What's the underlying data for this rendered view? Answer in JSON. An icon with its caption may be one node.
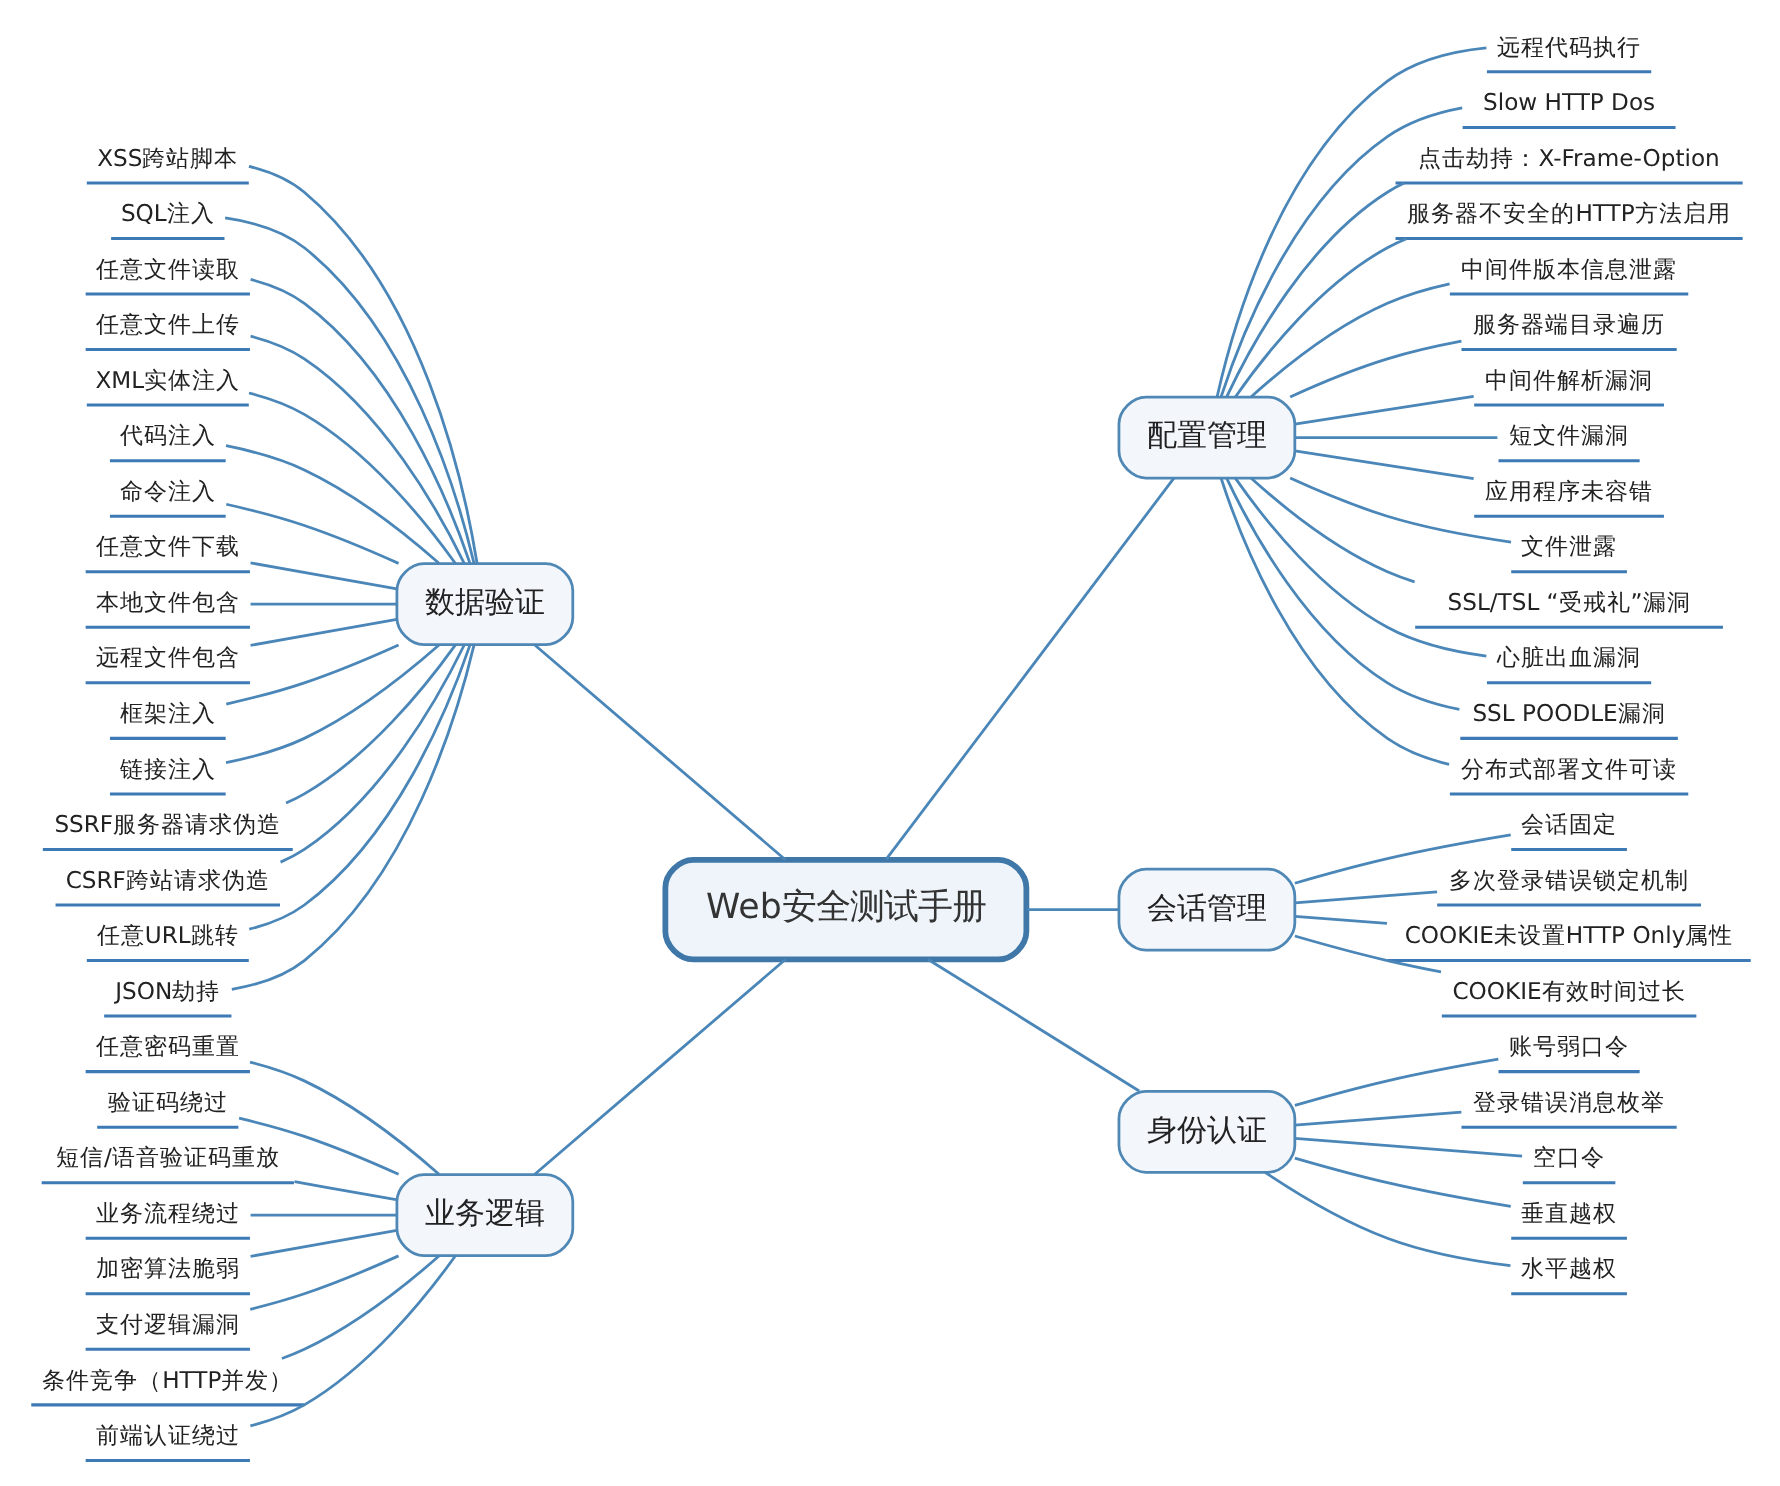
{
  "diagram": {
    "nodes": [
      {
        "text": [
          "Web安全测试手册"
        ]
      },
      {
        "text": [
          "数据验证"
        ]
      },
      {
        "text": [
          "XSS跨站脚本"
        ]
      },
      {
        "text": [
          "SQL注入"
        ]
      },
      {
        "text": [
          "任意文件读取"
        ]
      },
      {
        "text": [
          "任意文件上传"
        ]
      },
      {
        "text": [
          "XML实体注入"
        ]
      },
      {
        "text": [
          "代码注入"
        ]
      },
      {
        "text": [
          "命令注入"
        ]
      },
      {
        "text": [
          "任意文件下载"
        ]
      },
      {
        "text": [
          "本地文件包含"
        ]
      },
      {
        "text": [
          "远程文件包含"
        ]
      },
      {
        "text": [
          "框架注入"
        ]
      },
      {
        "text": [
          "链接注入"
        ]
      },
      {
        "text": [
          "SSRF服务器请求伪造"
        ]
      },
      {
        "text": [
          "CSRF跨站请求伪造"
        ]
      },
      {
        "text": [
          "任意URL跳转"
        ]
      },
      {
        "text": [
          "JSON劫持"
        ]
      },
      {
        "text": [
          "业务逻辑"
        ]
      },
      {
        "text": [
          "任意密码重置"
        ]
      },
      {
        "text": [
          "验证码绕过"
        ]
      },
      {
        "text": [
          "短信/语音验证码重放"
        ]
      },
      {
        "text": [
          "业务流程绕过"
        ]
      },
      {
        "text": [
          "加密算法脆弱"
        ]
      },
      {
        "text": [
          "支付逻辑漏洞"
        ]
      },
      {
        "text": [
          "条件竞争（HTTP并发）"
        ]
      },
      {
        "text": [
          "前端认证绕过"
        ]
      },
      {
        "text": [
          "配置管理"
        ]
      },
      {
        "text": [
          "远程代码执行"
        ]
      },
      {
        "text": [
          "Slow HTTP Dos"
        ]
      },
      {
        "text": [
          "点击劫持：X-Frame-Option"
        ]
      },
      {
        "text": [
          "服务器不安全的HTTP方法启用"
        ]
      },
      {
        "text": [
          "中间件版本信息泄露"
        ]
      },
      {
        "text": [
          "服务器端目录遍历"
        ]
      },
      {
        "text": [
          "中间件解析漏洞"
        ]
      },
      {
        "text": [
          "短文件漏洞"
        ]
      },
      {
        "text": [
          "应用程序未容错"
        ]
      },
      {
        "text": [
          "文件泄露"
        ]
      },
      {
        "text": [
          "SSL/TSL “受戒礼”漏洞"
        ]
      },
      {
        "text": [
          "心脏出血漏洞"
        ]
      },
      {
        "text": [
          "SSL POODLE漏洞"
        ]
      },
      {
        "text": [
          "分布式部署文件可读"
        ]
      },
      {
        "text": [
          "会话管理"
        ]
      },
      {
        "text": [
          "会话固定"
        ]
      },
      {
        "text": [
          "多次登录错误锁定机制"
        ]
      },
      {
        "text": [
          "COOKIE未设置HTTP Only属性"
        ]
      },
      {
        "text": [
          "COOKIE有效时间过长"
        ]
      },
      {
        "text": [
          "身份认证"
        ]
      },
      {
        "text": [
          "账号弱口令"
        ]
      },
      {
        "text": [
          "登录错误消息枚举"
        ]
      },
      {
        "text": [
          "空口令"
        ]
      },
      {
        "text": [
          "垂直越权"
        ]
      },
      {
        "text": [
          "水平越权"
        ]
      }
    ],
    "edges": [
      {
        "from": 1,
        "to": 0,
        "arrow": "none"
      },
      {
        "from": 2,
        "to": 1,
        "arrow": "none"
      },
      {
        "from": 3,
        "to": 1,
        "arrow": "none"
      },
      {
        "from": 4,
        "to": 1,
        "arrow": "none"
      },
      {
        "from": 5,
        "to": 1,
        "arrow": "none"
      },
      {
        "from": 6,
        "to": 1,
        "arrow": "none"
      },
      {
        "from": 7,
        "to": 1,
        "arrow": "none"
      },
      {
        "from": 8,
        "to": 1,
        "arrow": "none"
      },
      {
        "from": 9,
        "to": 1,
        "arrow": "none"
      },
      {
        "from": 10,
        "to": 1,
        "arrow": "none"
      },
      {
        "from": 11,
        "to": 1,
        "arrow": "none"
      },
      {
        "from": 12,
        "to": 1,
        "arrow": "none"
      },
      {
        "from": 13,
        "to": 1,
        "arrow": "none"
      },
      {
        "from": 14,
        "to": 1,
        "arrow": "none"
      },
      {
        "from": 15,
        "to": 1,
        "arrow": "none"
      },
      {
        "from": 16,
        "to": 1,
        "arrow": "none"
      },
      {
        "from": 17,
        "to": 1,
        "arrow": "none"
      },
      {
        "from": 18,
        "to": 0,
        "arrow": "none"
      },
      {
        "from": 19,
        "to": 18,
        "arrow": "none"
      },
      {
        "from": 20,
        "to": 18,
        "arrow": "none"
      },
      {
        "from": 21,
        "to": 18,
        "arrow": "none"
      },
      {
        "from": 22,
        "to": 18,
        "arrow": "none"
      },
      {
        "from": 23,
        "to": 18,
        "arrow": "none"
      },
      {
        "from": 24,
        "to": 18,
        "arrow": "none"
      },
      {
        "from": 25,
        "to": 18,
        "arrow": "none"
      },
      {
        "from": 26,
        "to": 18,
        "arrow": "none"
      },
      {
        "from": 0,
        "to": 27,
        "arrow": "none"
      },
      {
        "from": 27,
        "to": 28,
        "arrow": "none"
      },
      {
        "from": 27,
        "to": 29,
        "arrow": "none"
      },
      {
        "from": 27,
        "to": 30,
        "arrow": "none"
      },
      {
        "from": 27,
        "to": 31,
        "arrow": "none"
      },
      {
        "from": 27,
        "to": 32,
        "arrow": "none"
      },
      {
        "from": 27,
        "to": 33,
        "arrow": "none"
      },
      {
        "from": 27,
        "to": 34,
        "arrow": "none"
      },
      {
        "from": 27,
        "to": 35,
        "arrow": "none"
      },
      {
        "from": 27,
        "to": 36,
        "arrow": "none"
      },
      {
        "from": 27,
        "to": 37,
        "arrow": "none"
      },
      {
        "from": 27,
        "to": 38,
        "arrow": "none"
      },
      {
        "from": 27,
        "to": 39,
        "arrow": "none"
      },
      {
        "from": 27,
        "to": 40,
        "arrow": "none"
      },
      {
        "from": 27,
        "to": 41,
        "arrow": "none"
      },
      {
        "from": 0,
        "to": 42,
        "arrow": "none"
      },
      {
        "from": 42,
        "to": 43,
        "arrow": "none"
      },
      {
        "from": 42,
        "to": 44,
        "arrow": "none"
      },
      {
        "from": 42,
        "to": 45,
        "arrow": "none"
      },
      {
        "from": 42,
        "to": 46,
        "arrow": "none"
      },
      {
        "from": 0,
        "to": 47,
        "arrow": "none"
      },
      {
        "from": 47,
        "to": 48,
        "arrow": "none"
      },
      {
        "from": 47,
        "to": 49,
        "arrow": "none"
      },
      {
        "from": 47,
        "to": 50,
        "arrow": "none"
      },
      {
        "from": 47,
        "to": 51,
        "arrow": "none"
      },
      {
        "from": 47,
        "to": 52,
        "arrow": "none"
      }
    ]
  }
}
